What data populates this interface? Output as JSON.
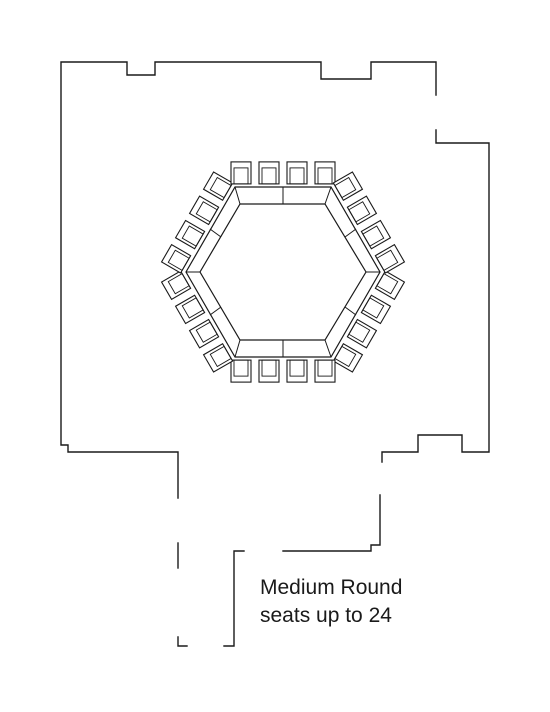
{
  "layout": {
    "name_label": "Medium Round",
    "capacity_label": "seats up to 24",
    "seat_count": 24,
    "table_shape": "hexagon",
    "chairs_per_side": 4
  },
  "colors": {
    "line": "#1a1a1a",
    "background": "#ffffff"
  }
}
